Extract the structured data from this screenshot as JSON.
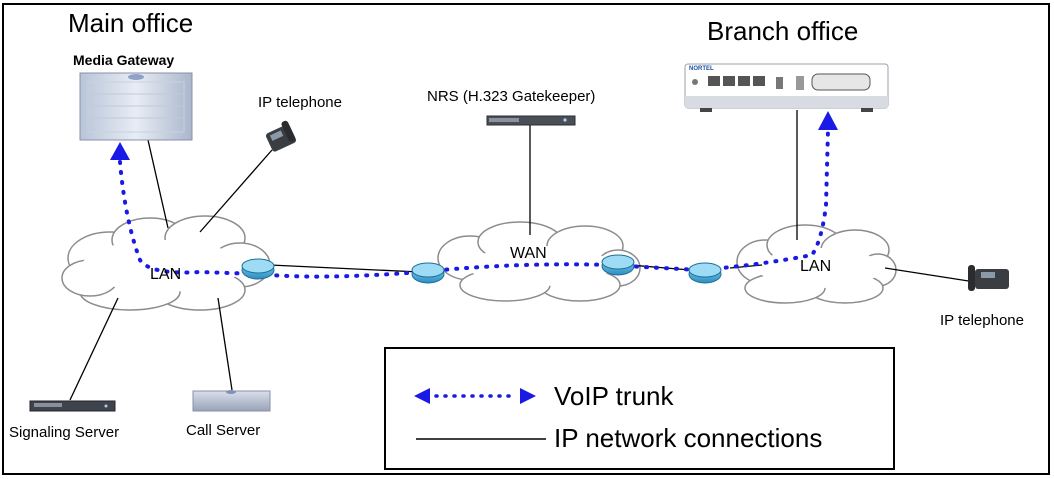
{
  "labels": {
    "main_office": "Main office",
    "branch_office": "Branch office",
    "media_gateway": "Media Gateway",
    "ip_telephone_main": "IP telephone",
    "nrs": "NRS (H.323 Gatekeeper)",
    "lan_main": "LAN",
    "wan": "WAN",
    "lan_branch": "LAN",
    "ip_telephone_branch": "IP telephone",
    "signaling_server": "Signaling Server",
    "call_server": "Call Server",
    "branch_brand": "NORTEL"
  },
  "legend": {
    "voip_trunk": "VoIP trunk",
    "ip_network": "IP network connections"
  },
  "colors": {
    "trunk": "#1a1ae6",
    "line": "#000000",
    "router": "#3fa9d8",
    "cloud_edge": "#8c8c8c"
  }
}
